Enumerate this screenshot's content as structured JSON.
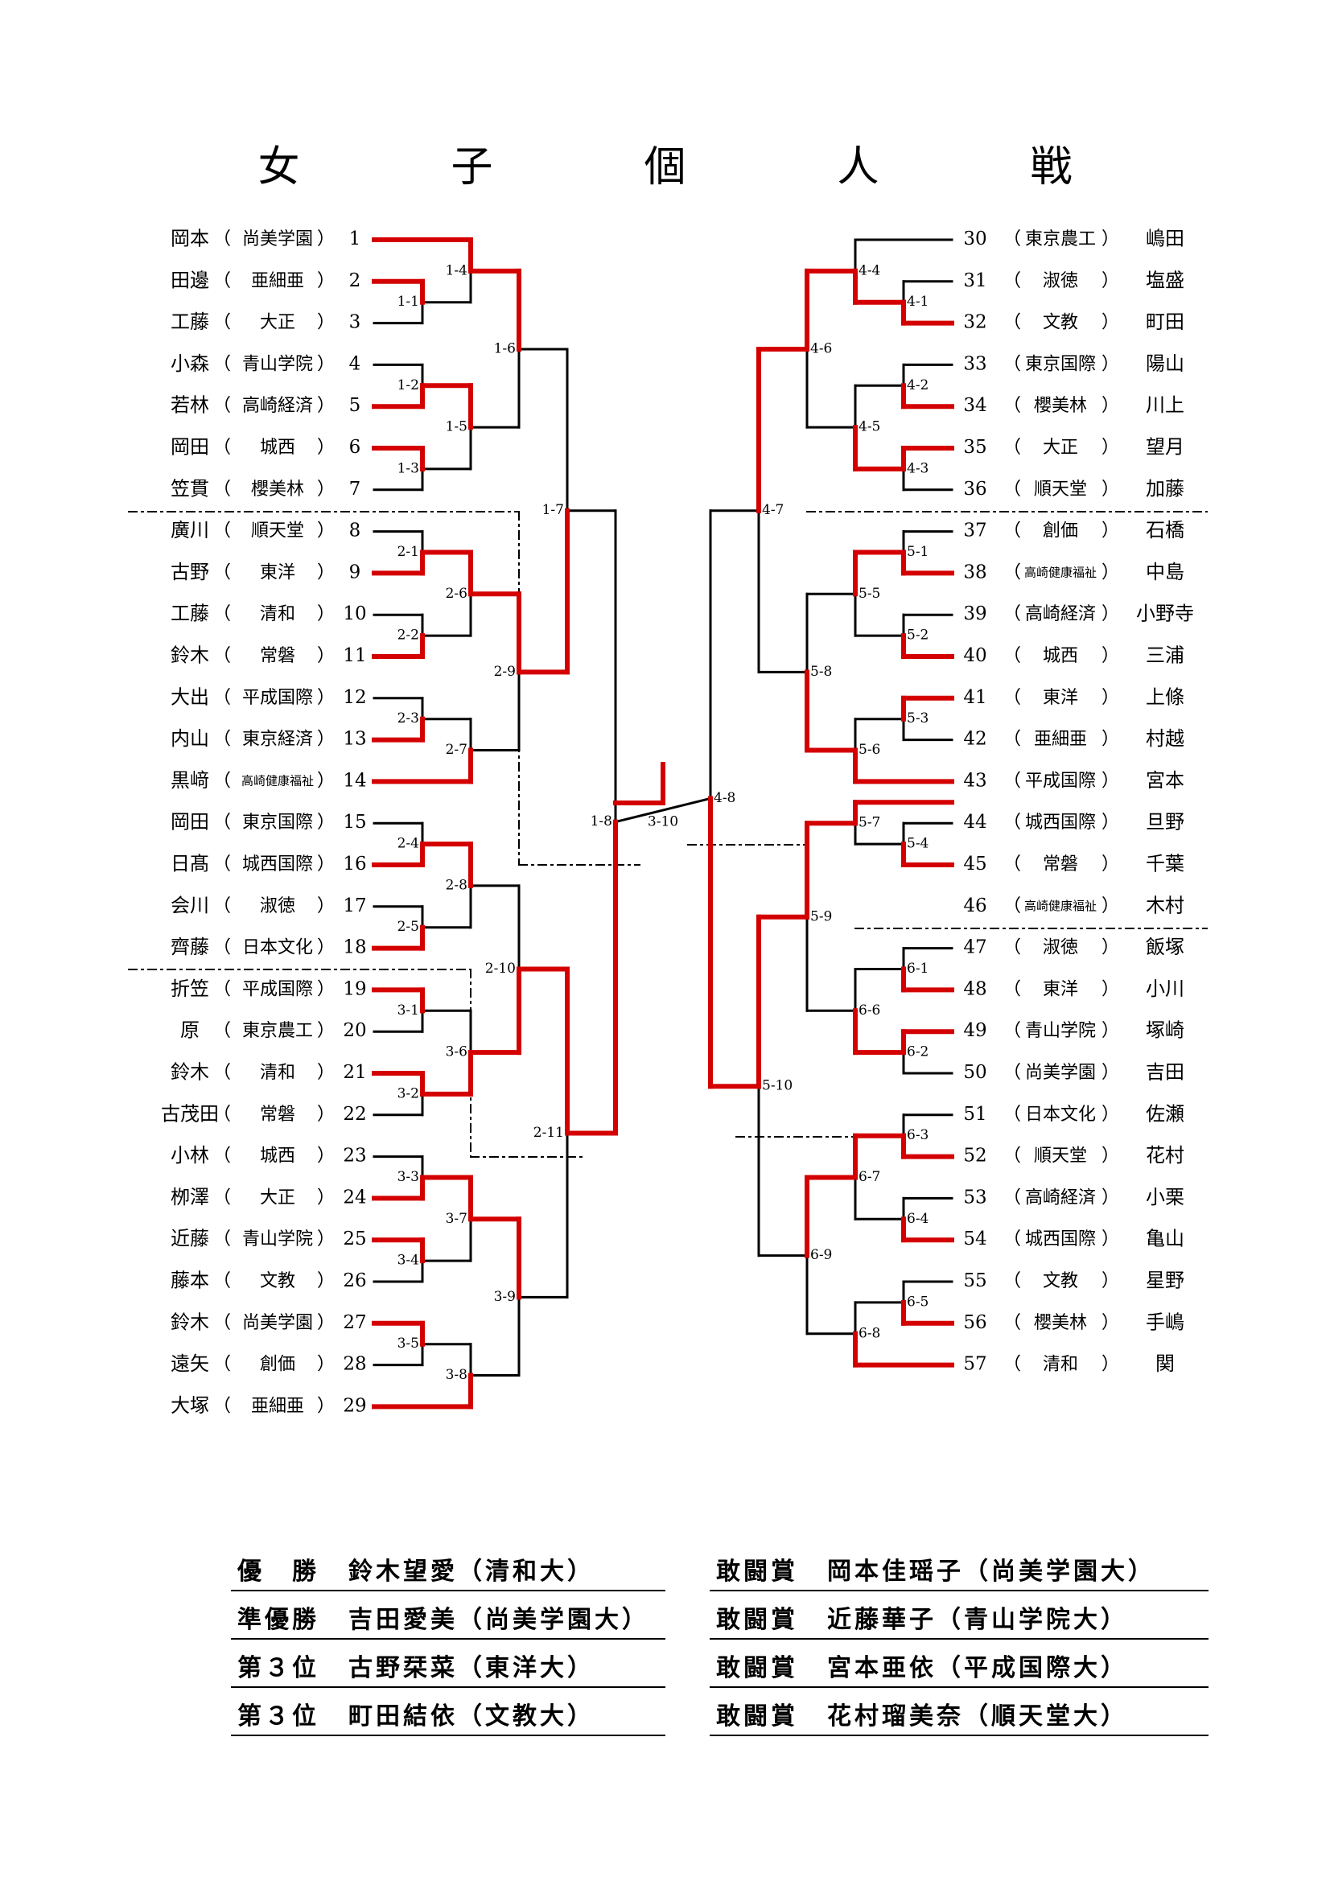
{
  "title": "女　子　個　人　戦",
  "left_players": [
    {
      "name": "岡本",
      "school": "尚美学園",
      "num": "1"
    },
    {
      "name": "田邊",
      "school": "亜細亜",
      "num": "2"
    },
    {
      "name": "工藤",
      "school": "大正",
      "num": "3"
    },
    {
      "name": "小森",
      "school": "青山学院",
      "num": "4"
    },
    {
      "name": "若林",
      "school": "高崎経済",
      "num": "5"
    },
    {
      "name": "岡田",
      "school": "城西",
      "num": "6"
    },
    {
      "name": "笠貫",
      "school": "櫻美林",
      "num": "7"
    },
    {
      "name": "廣川",
      "school": "順天堂",
      "num": "8"
    },
    {
      "name": "古野",
      "school": "東洋",
      "num": "9"
    },
    {
      "name": "工藤",
      "school": "清和",
      "num": "10"
    },
    {
      "name": "鈴木",
      "school": "常磐",
      "num": "11"
    },
    {
      "name": "大出",
      "school": "平成国際",
      "num": "12"
    },
    {
      "name": "内山",
      "school": "東京経済",
      "num": "13"
    },
    {
      "name": "黒﨑",
      "school": "高崎健康福祉",
      "num": "14"
    },
    {
      "name": "岡田",
      "school": "東京国際",
      "num": "15"
    },
    {
      "name": "日髙",
      "school": "城西国際",
      "num": "16"
    },
    {
      "name": "会川",
      "school": "淑徳",
      "num": "17"
    },
    {
      "name": "齊藤",
      "school": "日本文化",
      "num": "18"
    },
    {
      "name": "折笠",
      "school": "平成国際",
      "num": "19"
    },
    {
      "name": "原",
      "school": "東京農工",
      "num": "20"
    },
    {
      "name": "鈴木",
      "school": "清和",
      "num": "21"
    },
    {
      "name": "古茂田",
      "school": "常磐",
      "num": "22"
    },
    {
      "name": "小林",
      "school": "城西",
      "num": "23"
    },
    {
      "name": "栁澤",
      "school": "大正",
      "num": "24"
    },
    {
      "name": "近藤",
      "school": "青山学院",
      "num": "25"
    },
    {
      "name": "藤本",
      "school": "文教",
      "num": "26"
    },
    {
      "name": "鈴木",
      "school": "尚美学園",
      "num": "27"
    },
    {
      "name": "遠矢",
      "school": "創価",
      "num": "28"
    },
    {
      "name": "大塚",
      "school": "亜細亜",
      "num": "29"
    }
  ],
  "right_players": [
    {
      "num": "30",
      "school": "東京農工",
      "name": "嶋田"
    },
    {
      "num": "31",
      "school": "淑徳",
      "name": "塩盛"
    },
    {
      "num": "32",
      "school": "文教",
      "name": "町田"
    },
    {
      "num": "33",
      "school": "東京国際",
      "name": "陽山"
    },
    {
      "num": "34",
      "school": "櫻美林",
      "name": "川上"
    },
    {
      "num": "35",
      "school": "大正",
      "name": "望月"
    },
    {
      "num": "36",
      "school": "順天堂",
      "name": "加藤"
    },
    {
      "num": "37",
      "school": "創価",
      "name": "石橋"
    },
    {
      "num": "38",
      "school": "高崎健康福祉",
      "name": "中島"
    },
    {
      "num": "39",
      "school": "高崎経済",
      "name": "小野寺"
    },
    {
      "num": "40",
      "school": "城西",
      "name": "三浦"
    },
    {
      "num": "41",
      "school": "東洋",
      "name": "上條"
    },
    {
      "num": "42",
      "school": "亜細亜",
      "name": "村越"
    },
    {
      "num": "43",
      "school": "平成国際",
      "name": "宮本"
    },
    {
      "num": "44",
      "school": "城西国際",
      "name": "旦野"
    },
    {
      "num": "45",
      "school": "常磐",
      "name": "千葉"
    },
    {
      "num": "46",
      "school": "高崎健康福祉",
      "name": "木村"
    },
    {
      "num": "47",
      "school": "淑徳",
      "name": "飯塚"
    },
    {
      "num": "48",
      "school": "東洋",
      "name": "小川"
    },
    {
      "num": "49",
      "school": "青山学院",
      "name": "塚崎"
    },
    {
      "num": "50",
      "school": "尚美学園",
      "name": "吉田"
    },
    {
      "num": "51",
      "school": "日本文化",
      "name": "佐瀬"
    },
    {
      "num": "52",
      "school": "順天堂",
      "name": "花村"
    },
    {
      "num": "53",
      "school": "高崎経済",
      "name": "小栗"
    },
    {
      "num": "54",
      "school": "城西国際",
      "name": "亀山"
    },
    {
      "num": "55",
      "school": "文教",
      "name": "星野"
    },
    {
      "num": "56",
      "school": "櫻美林",
      "name": "手嶋"
    },
    {
      "num": "57",
      "school": "清和",
      "name": "関"
    }
  ],
  "match_labels": {
    "1-1": "1-1",
    "1-2": "1-2",
    "1-3": "1-3",
    "1-4": "1-4",
    "1-5": "1-5",
    "1-6": "1-6",
    "1-7": "1-7",
    "1-8": "1-8",
    "2-1": "2-1",
    "2-2": "2-2",
    "2-3": "2-3",
    "2-4": "2-4",
    "2-5": "2-5",
    "2-6": "2-6",
    "2-7": "2-7",
    "2-8": "2-8",
    "2-9": "2-9",
    "2-10": "2-10",
    "2-11": "2-11",
    "3-1": "3-1",
    "3-2": "3-2",
    "3-3": "3-3",
    "3-4": "3-4",
    "3-5": "3-5",
    "3-6": "3-6",
    "3-7": "3-7",
    "3-8": "3-8",
    "3-9": "3-9",
    "3-10": "3-10",
    "4-1": "4-1",
    "4-2": "4-2",
    "4-3": "4-3",
    "4-4": "4-4",
    "4-5": "4-5",
    "4-6": "4-6",
    "4-7": "4-7",
    "4-8": "4-8",
    "5-1": "5-1",
    "5-2": "5-2",
    "5-3": "5-3",
    "5-4": "5-4",
    "5-5": "5-5",
    "5-6": "5-6",
    "5-7": "5-7",
    "5-8": "5-8",
    "5-9": "5-9",
    "5-10": "5-10",
    "6-1": "6-1",
    "6-2": "6-2",
    "6-3": "6-3",
    "6-4": "6-4",
    "6-5": "6-5",
    "6-6": "6-6",
    "6-7": "6-7",
    "6-8": "6-8",
    "6-9": "6-9"
  },
  "colors": {
    "winner_line": "#d40000",
    "line": "#000000"
  },
  "results_left": [
    {
      "label": "優　勝",
      "name": "鈴木望愛（清和大）"
    },
    {
      "label": "準優勝",
      "name": "吉田愛美（尚美学園大）"
    },
    {
      "label": "第３位",
      "name": "古野栞菜（東洋大）"
    },
    {
      "label": "第３位",
      "name": "町田結依（文教大）"
    }
  ],
  "results_right": [
    {
      "label": "敢闘賞",
      "name": "岡本佳瑶子（尚美学園大）"
    },
    {
      "label": "敢闘賞",
      "name": "近藤華子（青山学院大）"
    },
    {
      "label": "敢闘賞",
      "name": "宮本亜依（平成国際大）"
    },
    {
      "label": "敢闘賞",
      "name": "花村瑠美奈（順天堂大）"
    }
  ]
}
